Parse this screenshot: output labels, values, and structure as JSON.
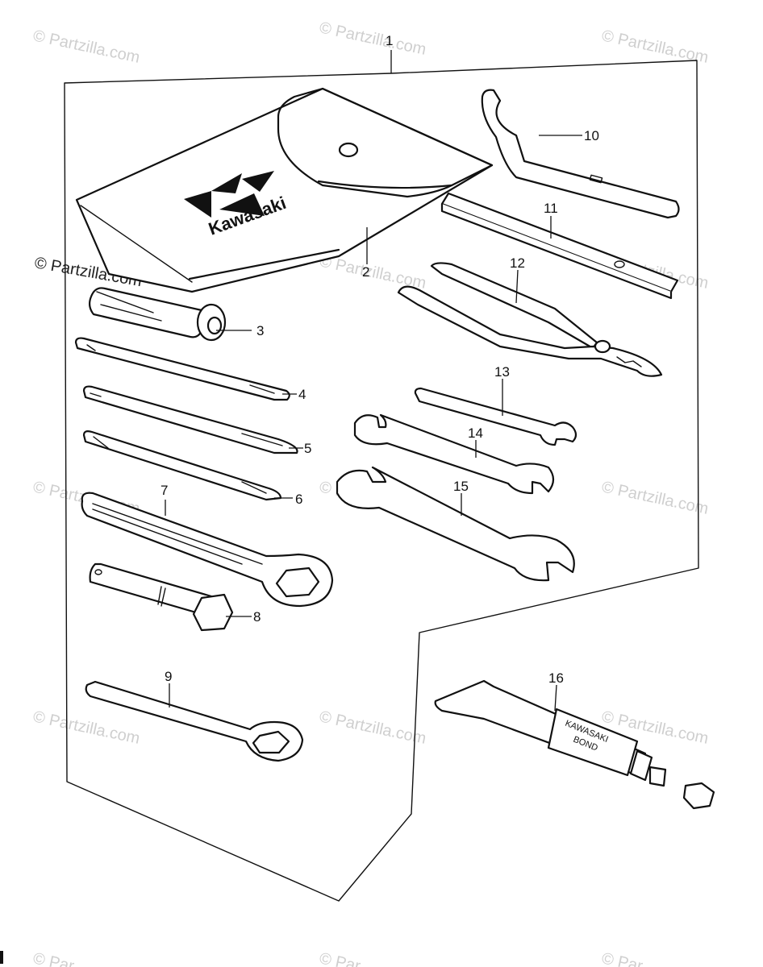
{
  "diagram": {
    "callouts": [
      "1",
      "2",
      "3",
      "4",
      "5",
      "6",
      "7",
      "8",
      "9",
      "10",
      "11",
      "12",
      "13",
      "14",
      "15",
      "16"
    ],
    "pouch_logo_text": "Kawasaki",
    "tube_label_line1": "KAWASAKI",
    "tube_label_line2": "BOND",
    "watermark": "© Partzilla.com",
    "watermark_short": "© Par",
    "colors": {
      "ink": "#111111",
      "watermark": "#cfcfcf",
      "background": "#ffffff"
    }
  }
}
